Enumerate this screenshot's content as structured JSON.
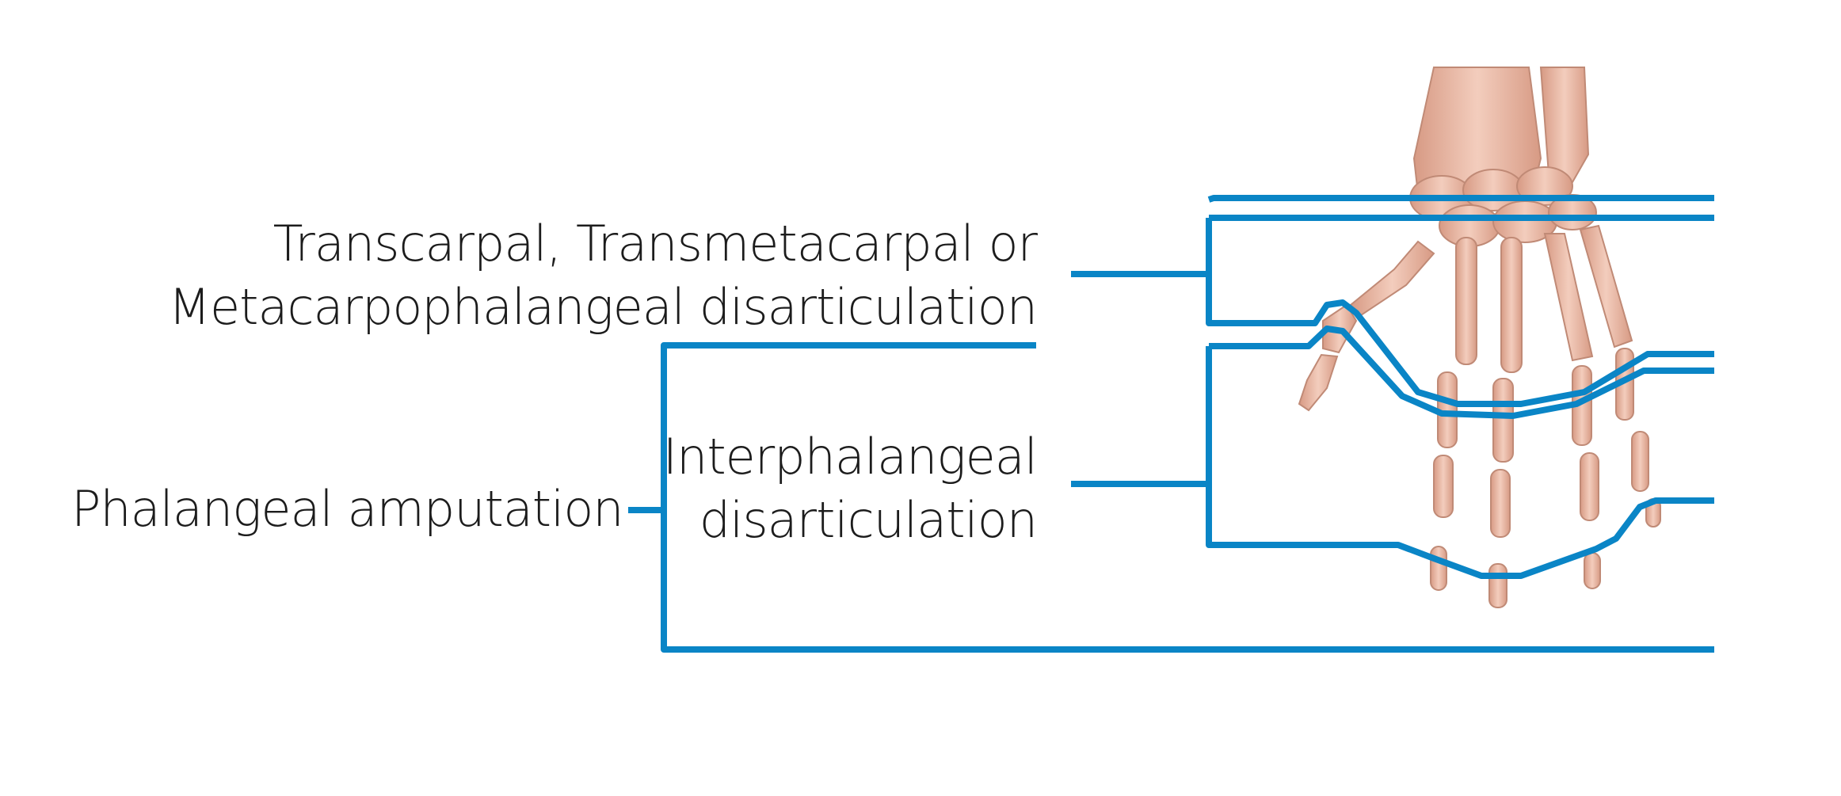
{
  "labels": {
    "transcarpal": {
      "line1": "Transcarpal, Transmetacarpal or",
      "line2": "Metacarpophalangeal disarticulation"
    },
    "interphalangeal": {
      "line1": "Interphalangeal",
      "line2": "disarticulation"
    },
    "phalangeal": "Phalangeal amputation"
  },
  "colors": {
    "bracket": "#0a85c6",
    "text": "#1c1c1c",
    "bone": "#e9b6a1",
    "bone_shadow": "#c98d77",
    "background": "#ffffff"
  },
  "illustration": {
    "icon": "hand-skeleton-illustration"
  }
}
